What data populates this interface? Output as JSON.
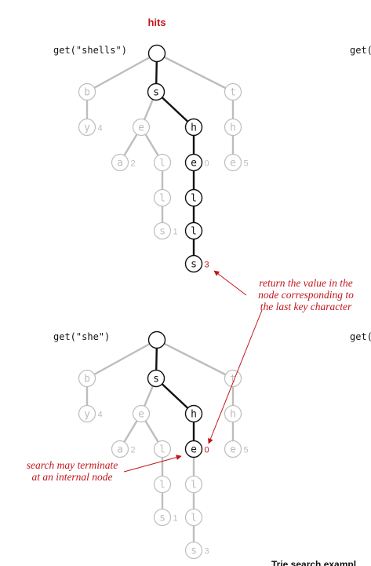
{
  "header": {
    "title": "hits"
  },
  "colors": {
    "accent": "#c0161c",
    "active": "#111111",
    "inactive": "#bdbdbd"
  },
  "panels": [
    {
      "query": "get(\"shells\")",
      "query_cut": "get(",
      "edges": [
        [
          "root",
          "b"
        ],
        [
          "root",
          "s"
        ],
        [
          "root",
          "t"
        ],
        [
          "b",
          "y"
        ],
        [
          "s",
          "e"
        ],
        [
          "s",
          "h"
        ],
        [
          "e",
          "a"
        ],
        [
          "e",
          "l1"
        ],
        [
          "l1",
          "l2"
        ],
        [
          "l2",
          "s2"
        ],
        [
          "h",
          "e2"
        ],
        [
          "e2",
          "l3"
        ],
        [
          "l3",
          "l4"
        ],
        [
          "l4",
          "s3"
        ],
        [
          "t",
          "h2"
        ],
        [
          "h2",
          "e3"
        ]
      ],
      "active_edges": [
        [
          "root",
          "s"
        ],
        [
          "s",
          "h"
        ],
        [
          "h",
          "e2"
        ],
        [
          "e2",
          "l3"
        ],
        [
          "l3",
          "l4"
        ],
        [
          "l4",
          "s3"
        ]
      ],
      "nodes": [
        {
          "id": "root",
          "char": "",
          "value": "",
          "state": "active"
        },
        {
          "id": "b",
          "char": "b",
          "value": "",
          "state": "inactive"
        },
        {
          "id": "s",
          "char": "s",
          "value": "",
          "state": "active"
        },
        {
          "id": "t",
          "char": "t",
          "value": "",
          "state": "inactive"
        },
        {
          "id": "y",
          "char": "y",
          "value": "4",
          "state": "inactive"
        },
        {
          "id": "e",
          "char": "e",
          "value": "",
          "state": "inactive"
        },
        {
          "id": "h",
          "char": "h",
          "value": "",
          "state": "active"
        },
        {
          "id": "h2",
          "char": "h",
          "value": "",
          "state": "inactive"
        },
        {
          "id": "a",
          "char": "a",
          "value": "2",
          "state": "inactive"
        },
        {
          "id": "l1",
          "char": "l",
          "value": "",
          "state": "inactive"
        },
        {
          "id": "e2",
          "char": "e",
          "value": "0",
          "state": "active"
        },
        {
          "id": "e3",
          "char": "e",
          "value": "5",
          "state": "inactive"
        },
        {
          "id": "l2",
          "char": "l",
          "value": "",
          "state": "inactive"
        },
        {
          "id": "l3",
          "char": "l",
          "value": "",
          "state": "active"
        },
        {
          "id": "s2",
          "char": "s",
          "value": "1",
          "state": "inactive"
        },
        {
          "id": "l4",
          "char": "l",
          "value": "",
          "state": "active"
        },
        {
          "id": "s3",
          "char": "s",
          "value": "3",
          "state": "hit"
        }
      ]
    },
    {
      "query": "get(\"she\")",
      "query_cut": "get(",
      "edges": [
        [
          "root",
          "b"
        ],
        [
          "root",
          "s"
        ],
        [
          "root",
          "t"
        ],
        [
          "b",
          "y"
        ],
        [
          "s",
          "e"
        ],
        [
          "s",
          "h"
        ],
        [
          "e",
          "a"
        ],
        [
          "e",
          "l1"
        ],
        [
          "l1",
          "l2"
        ],
        [
          "l2",
          "s2"
        ],
        [
          "h",
          "e2"
        ],
        [
          "e2",
          "l3"
        ],
        [
          "l3",
          "l4"
        ],
        [
          "l4",
          "s3"
        ],
        [
          "t",
          "h2"
        ],
        [
          "h2",
          "e3"
        ]
      ],
      "active_edges": [
        [
          "root",
          "s"
        ],
        [
          "s",
          "h"
        ],
        [
          "h",
          "e2"
        ]
      ],
      "nodes": [
        {
          "id": "root",
          "char": "",
          "value": "",
          "state": "active"
        },
        {
          "id": "b",
          "char": "b",
          "value": "",
          "state": "inactive"
        },
        {
          "id": "s",
          "char": "s",
          "value": "",
          "state": "active"
        },
        {
          "id": "t",
          "char": "t",
          "value": "",
          "state": "inactive"
        },
        {
          "id": "y",
          "char": "y",
          "value": "4",
          "state": "inactive"
        },
        {
          "id": "e",
          "char": "e",
          "value": "",
          "state": "inactive"
        },
        {
          "id": "h",
          "char": "h",
          "value": "",
          "state": "active"
        },
        {
          "id": "h2",
          "char": "h",
          "value": "",
          "state": "inactive"
        },
        {
          "id": "a",
          "char": "a",
          "value": "2",
          "state": "inactive"
        },
        {
          "id": "l1",
          "char": "l",
          "value": "",
          "state": "inactive"
        },
        {
          "id": "e2",
          "char": "e",
          "value": "0",
          "state": "hit"
        },
        {
          "id": "e3",
          "char": "e",
          "value": "5",
          "state": "inactive"
        },
        {
          "id": "l2",
          "char": "l",
          "value": "",
          "state": "inactive"
        },
        {
          "id": "l3",
          "char": "l",
          "value": "",
          "state": "inactive"
        },
        {
          "id": "s2",
          "char": "s",
          "value": "1",
          "state": "inactive"
        },
        {
          "id": "l4",
          "char": "l",
          "value": "",
          "state": "inactive"
        },
        {
          "id": "s3",
          "char": "s",
          "value": "3",
          "state": "inactive"
        }
      ]
    }
  ],
  "annotations": {
    "return_value": [
      "return the value in the",
      "node corresponding to",
      "the last key character"
    ],
    "internal_node": [
      "search may terminate",
      "at an internal node"
    ]
  },
  "caption": {
    "text": "Trie search exampl"
  }
}
